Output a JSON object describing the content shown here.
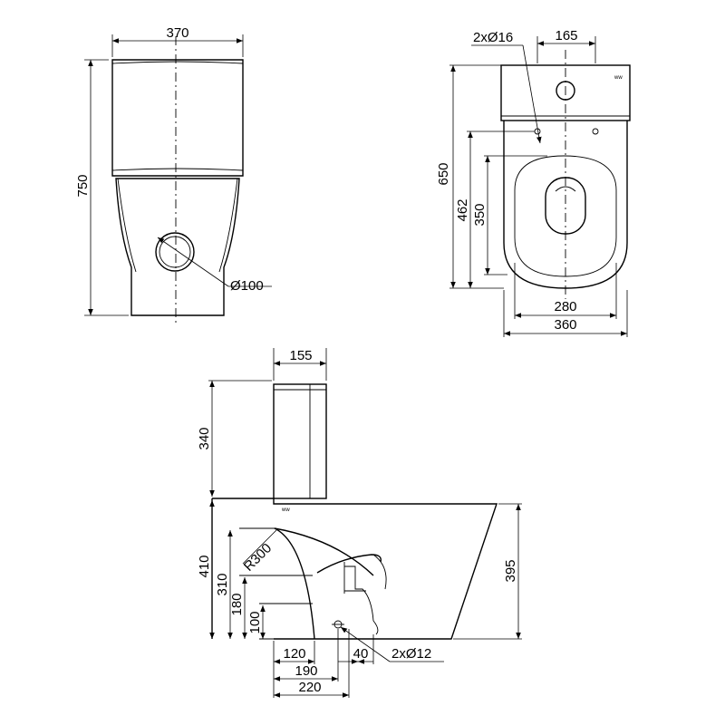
{
  "front_view": {
    "width": "370",
    "height": "750",
    "outlet_diameter": "Ø100"
  },
  "top_view": {
    "holes": "2xØ16",
    "hole_spacing": "165",
    "depth_overall": "650",
    "depth_mid": "462",
    "depth_bowl": "350",
    "bowl_width": "280",
    "width_overall": "360",
    "logo": "ᴡᴡ"
  },
  "side_view": {
    "tank_depth": "155",
    "tank_height": "340",
    "bowl_height": "410",
    "radius": "R300",
    "h310": "310",
    "h180": "180",
    "h100": "100",
    "front_height": "395",
    "d120": "120",
    "d190": "190",
    "d220": "220",
    "d40": "40",
    "fix_holes": "2xØ12"
  }
}
